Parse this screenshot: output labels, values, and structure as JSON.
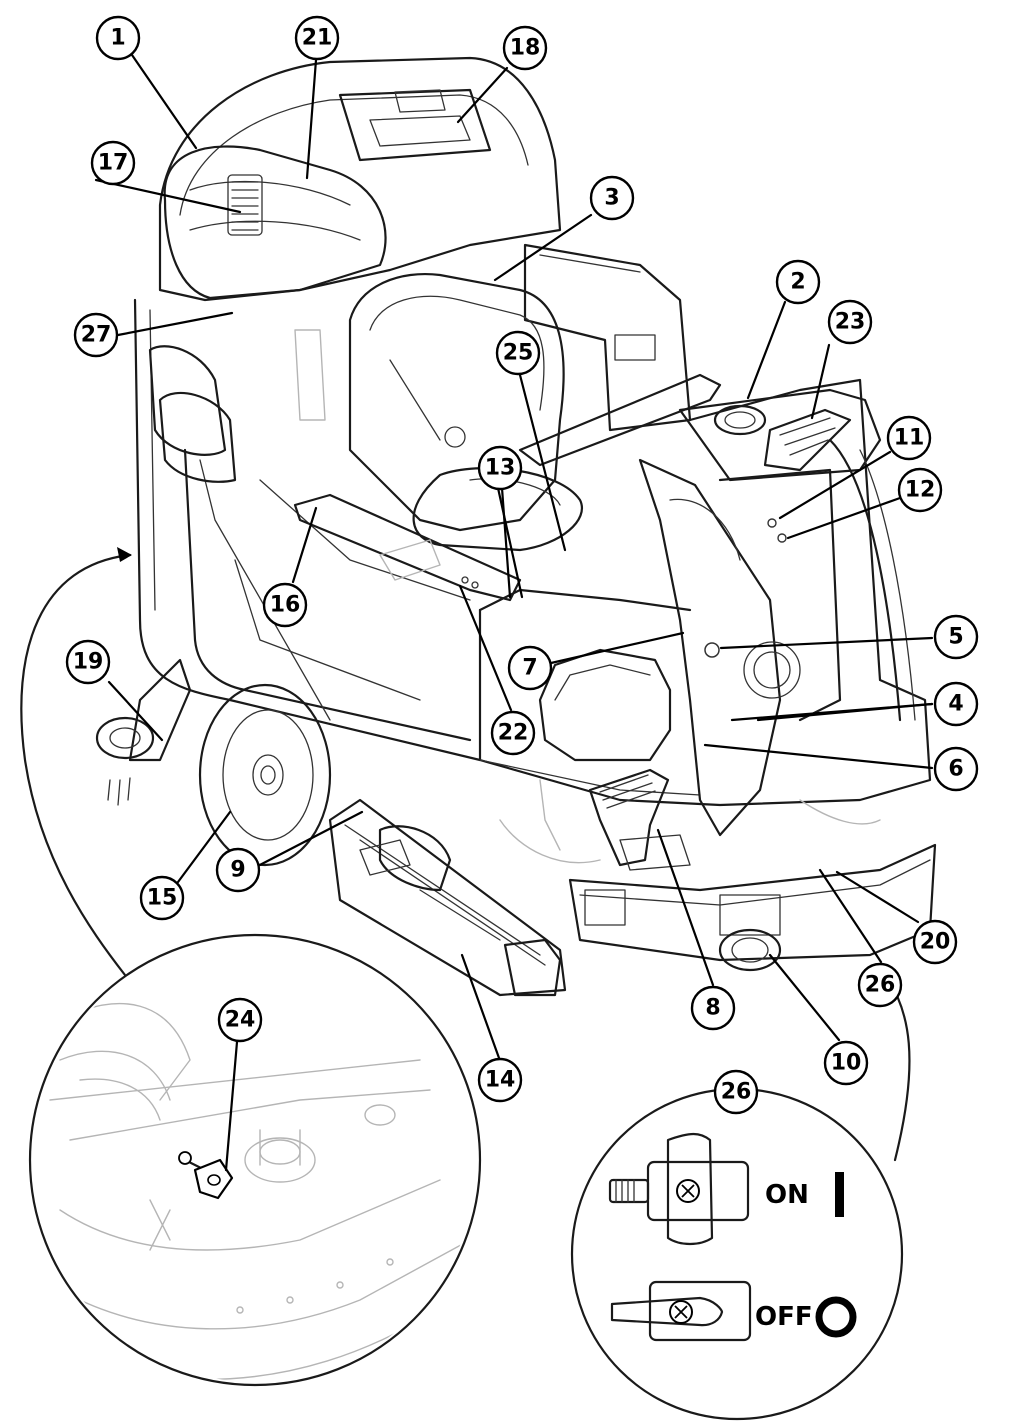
{
  "callouts": [
    {
      "id": "c1",
      "label": "1"
    },
    {
      "id": "c2",
      "label": "2"
    },
    {
      "id": "c3",
      "label": "3"
    },
    {
      "id": "c4",
      "label": "4"
    },
    {
      "id": "c5",
      "label": "5"
    },
    {
      "id": "c6",
      "label": "6"
    },
    {
      "id": "c7",
      "label": "7"
    },
    {
      "id": "c8",
      "label": "8"
    },
    {
      "id": "c9",
      "label": "9"
    },
    {
      "id": "c10",
      "label": "10"
    },
    {
      "id": "c11",
      "label": "11"
    },
    {
      "id": "c12",
      "label": "12"
    },
    {
      "id": "c13",
      "label": "13"
    },
    {
      "id": "c14",
      "label": "14"
    },
    {
      "id": "c15",
      "label": "15"
    },
    {
      "id": "c16",
      "label": "16"
    },
    {
      "id": "c17",
      "label": "17"
    },
    {
      "id": "c18",
      "label": "18"
    },
    {
      "id": "c19",
      "label": "19"
    },
    {
      "id": "c20",
      "label": "20"
    },
    {
      "id": "c21",
      "label": "21"
    },
    {
      "id": "c22",
      "label": "22"
    },
    {
      "id": "c23",
      "label": "23"
    },
    {
      "id": "c24",
      "label": "24"
    },
    {
      "id": "c25",
      "label": "25"
    },
    {
      "id": "c26a",
      "label": "26"
    },
    {
      "id": "c26b",
      "label": "26"
    },
    {
      "id": "c27",
      "label": "27"
    }
  ],
  "valve_detail": {
    "on_label": "ON",
    "off_label": "OFF"
  }
}
